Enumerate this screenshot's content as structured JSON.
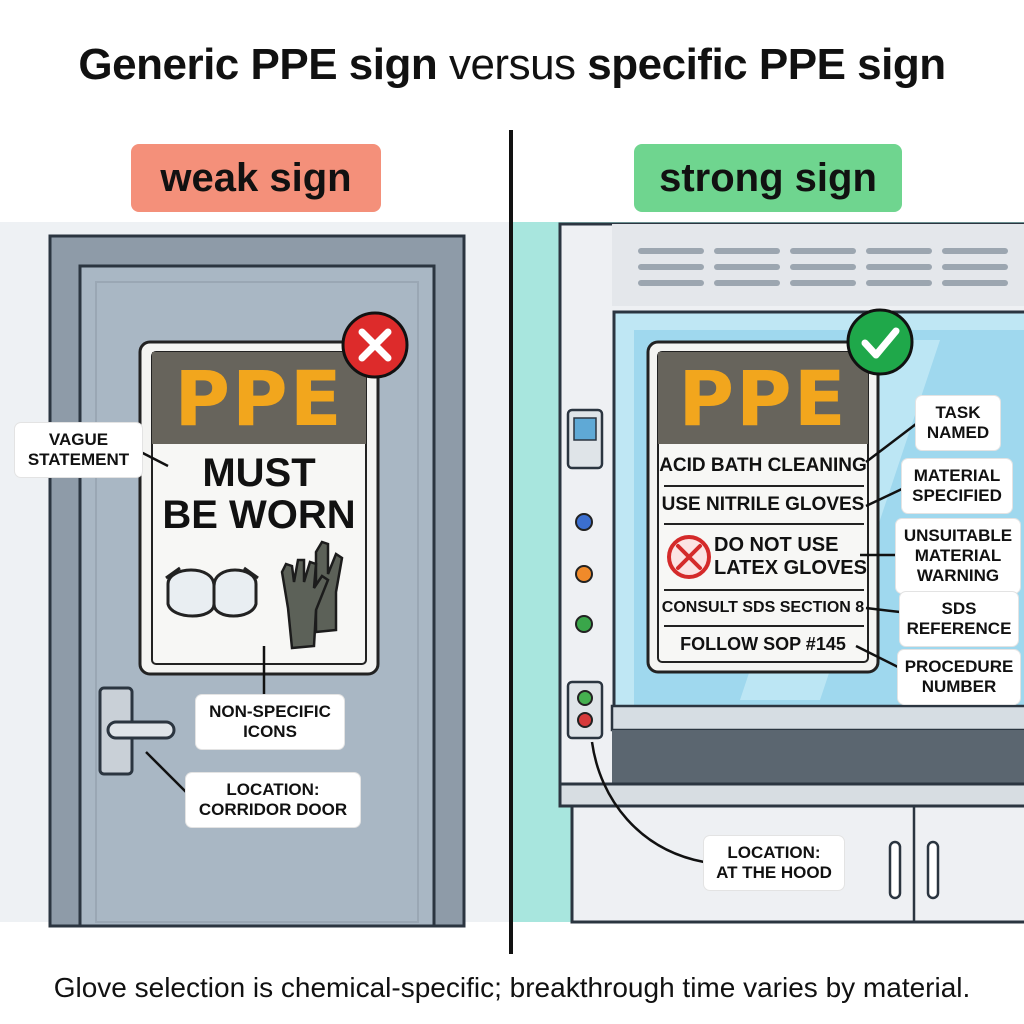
{
  "title": {
    "part1": "Generic PPE sign",
    "part2": "versus",
    "part3": "specific PPE sign"
  },
  "weak": {
    "label": "weak sign",
    "sign_header": "PPE",
    "sign_line1": "MUST",
    "sign_line2": "BE WORN",
    "callouts": {
      "vague": [
        "VAGUE",
        "STATEMENT"
      ],
      "icons": [
        "NON-SPECIFIC",
        "ICONS"
      ],
      "location": [
        "LOCATION:",
        "CORRIDOR DOOR"
      ]
    },
    "status_icon": "x-mark-icon",
    "status_color": "#dd2b2b"
  },
  "strong": {
    "label": "strong sign",
    "sign_header": "PPE",
    "rows": {
      "task": "ACID BATH CLEANING",
      "gloves": "USE NITRILE GLOVES",
      "warning_line1": "DO NOT USE",
      "warning_line2": "LATEX GLOVES",
      "sds": "CONSULT SDS SECTION 8",
      "sop": "FOLLOW SOP #145"
    },
    "callouts": {
      "task": [
        "TASK",
        "NAMED"
      ],
      "material": [
        "MATERIAL",
        "SPECIFIED"
      ],
      "unsuitable": [
        "UNSUITABLE",
        "MATERIAL",
        "WARNING"
      ],
      "sds": [
        "SDS",
        "REFERENCE"
      ],
      "procedure": [
        "PROCEDURE",
        "NUMBER"
      ],
      "location": [
        "LOCATION:",
        "AT THE HOOD"
      ]
    },
    "status_icon": "check-mark-icon",
    "status_color": "#1fa84a"
  },
  "footer": "Glove selection is chemical-specific; breakthrough time varies by material.",
  "colors": {
    "weak_pill": "#f4907a",
    "strong_pill": "#6fd58f",
    "door": "#a9b7c4",
    "sign_header_bg": "#67645c",
    "ppe_text": "#f2a61d"
  }
}
